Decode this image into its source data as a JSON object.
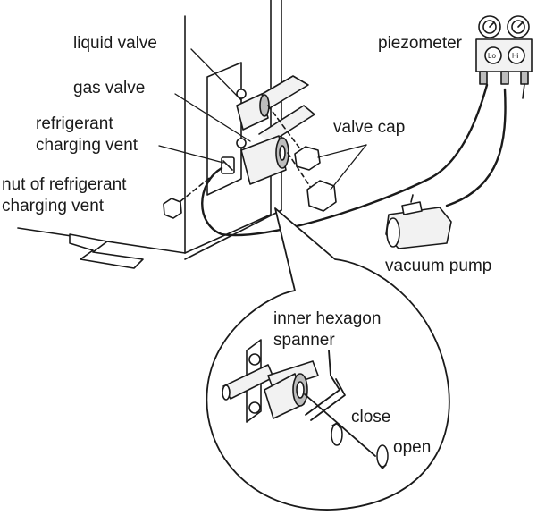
{
  "labels": {
    "liquid_valve": "liquid valve",
    "gas_valve": "gas valve",
    "refrigerant_charging_vent": [
      "refrigerant",
      "charging vent"
    ],
    "nut_of_refrigerant_charging_vent": [
      "nut of refrigerant",
      "charging vent"
    ],
    "valve_cap": "valve cap",
    "piezometer": "piezometer",
    "vacuum_pump": "vacuum pump",
    "inner_hexagon_spanner": [
      "inner hexagon",
      "spanner"
    ],
    "close": "close",
    "open": "open"
  },
  "gauge_labels": {
    "low": "Lo",
    "high": "Hi"
  },
  "colors": {
    "line": "#1a1a1a",
    "fill_light": "#f2f2f2",
    "fill_shade": "#bdbdbd",
    "background": "#ffffff"
  }
}
